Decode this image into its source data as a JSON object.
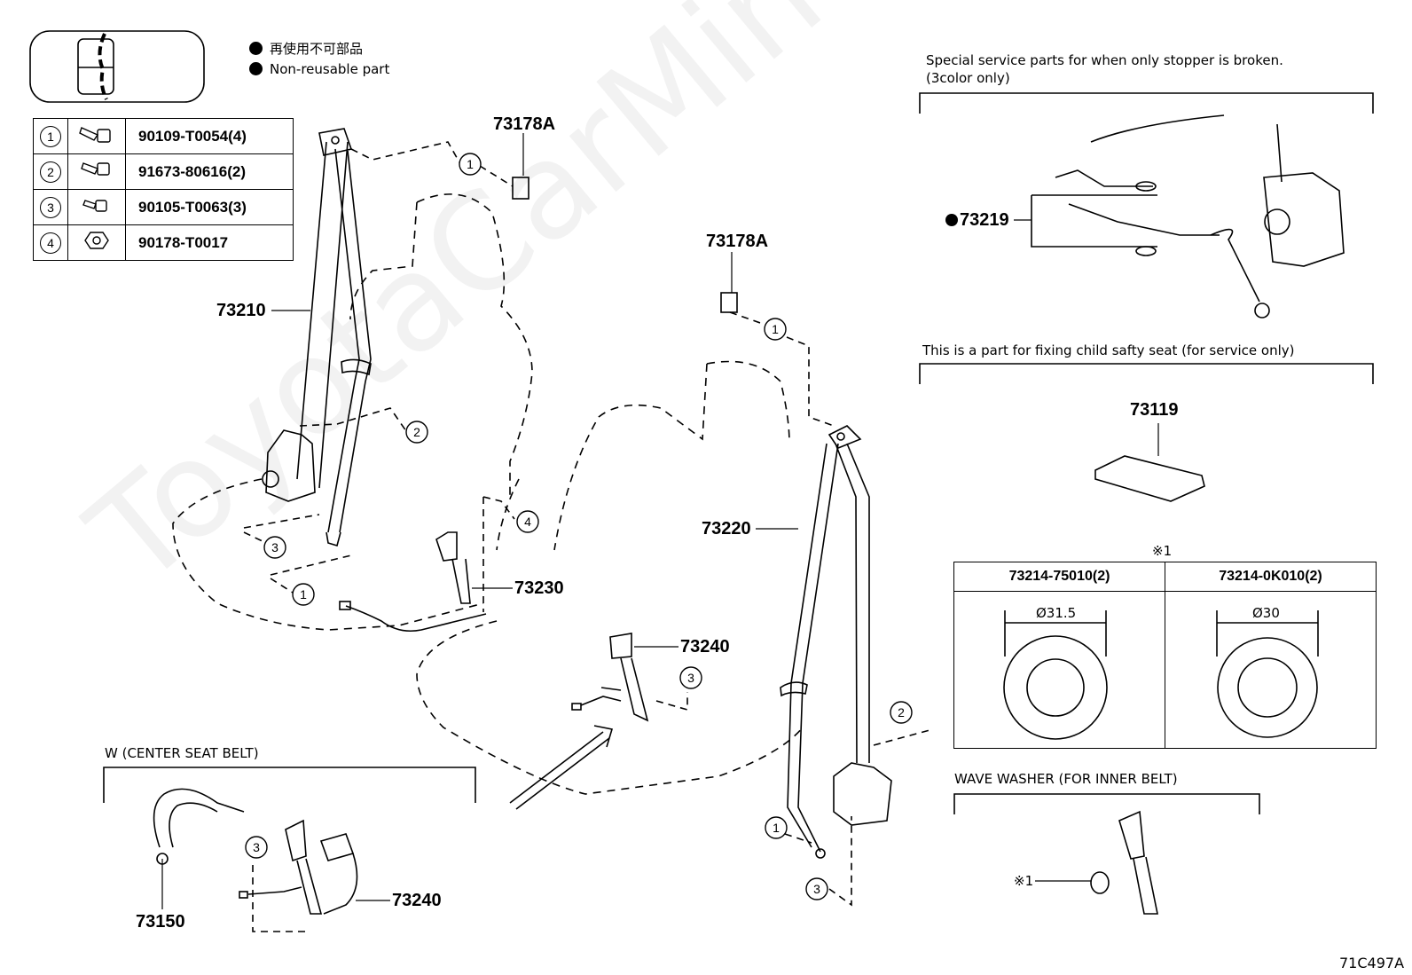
{
  "legend": {
    "jp": "再使用不可部品",
    "en": "Non-reusable part"
  },
  "fasteners": [
    {
      "num": "1",
      "part": "90109-T0054(4)"
    },
    {
      "num": "2",
      "part": "91673-80616(2)"
    },
    {
      "num": "3",
      "part": "90105-T0063(3)"
    },
    {
      "num": "4",
      "part": "90178-T0017"
    }
  ],
  "callouts": {
    "c73178a_left": "73178A",
    "c73178a_right": "73178A",
    "c73210": "73210",
    "c73220": "73220",
    "c73230": "73230",
    "c73240_mid": "73240",
    "c73240_low": "73240",
    "c73150": "73150",
    "c73219": "73219",
    "c73119": "73119"
  },
  "circles": {
    "one": "1",
    "two": "2",
    "three": "3",
    "four": "4"
  },
  "special_service": {
    "line1": "Special service parts for when only stopper is broken.",
    "line2": "(3color only)"
  },
  "child_seat_note": "This is a part for fixing child safty seat (for service only)",
  "asterisk_note": "※1",
  "washers": [
    {
      "part": "73214-75010(2)",
      "dia": "Ø31.5"
    },
    {
      "part": "73214-0K010(2)",
      "dia": "Ø30"
    }
  ],
  "wave_washer": "WAVE WASHER (FOR INNER BELT)",
  "center_seat_belt": "W (CENTER SEAT BELT)",
  "watermark": "ToyotaCarMiner.ru",
  "diagram_id": "71C497A"
}
